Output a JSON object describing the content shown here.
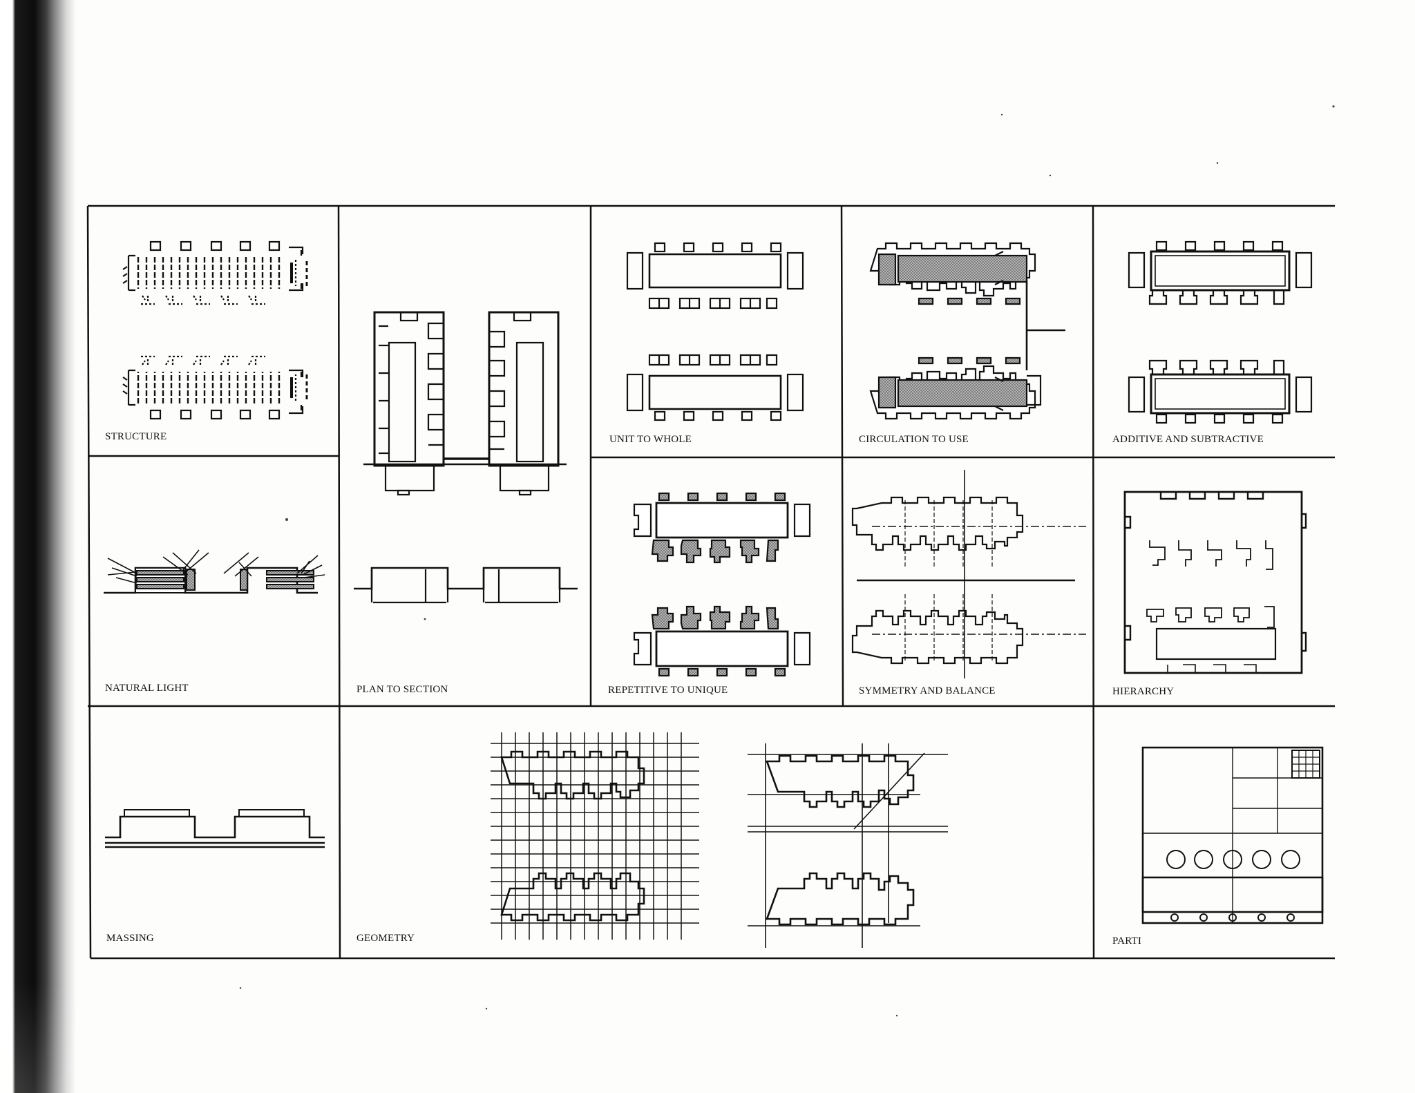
{
  "panels": {
    "structure": "STRUCTURE",
    "plan_to_section": "PLAN TO SECTION",
    "unit_to_whole": "UNIT TO WHOLE",
    "circulation_to_use": "CIRCULATION TO USE",
    "additive_and_subtractive": "ADDITIVE AND SUBTRACTIVE",
    "natural_light": "NATURAL LIGHT",
    "repetitive_to_unique": "REPETITIVE TO UNIQUE",
    "symmetry_and_balance": "SYMMETRY AND BALANCE",
    "hierarchy": "HIERARCHY",
    "massing": "MASSING",
    "geometry": "GEOMETRY",
    "parti": "PARTI"
  },
  "colors": {
    "ink": "#111111",
    "hatch_fill": "#9a9a9a",
    "paper": "#fdfdfb"
  }
}
